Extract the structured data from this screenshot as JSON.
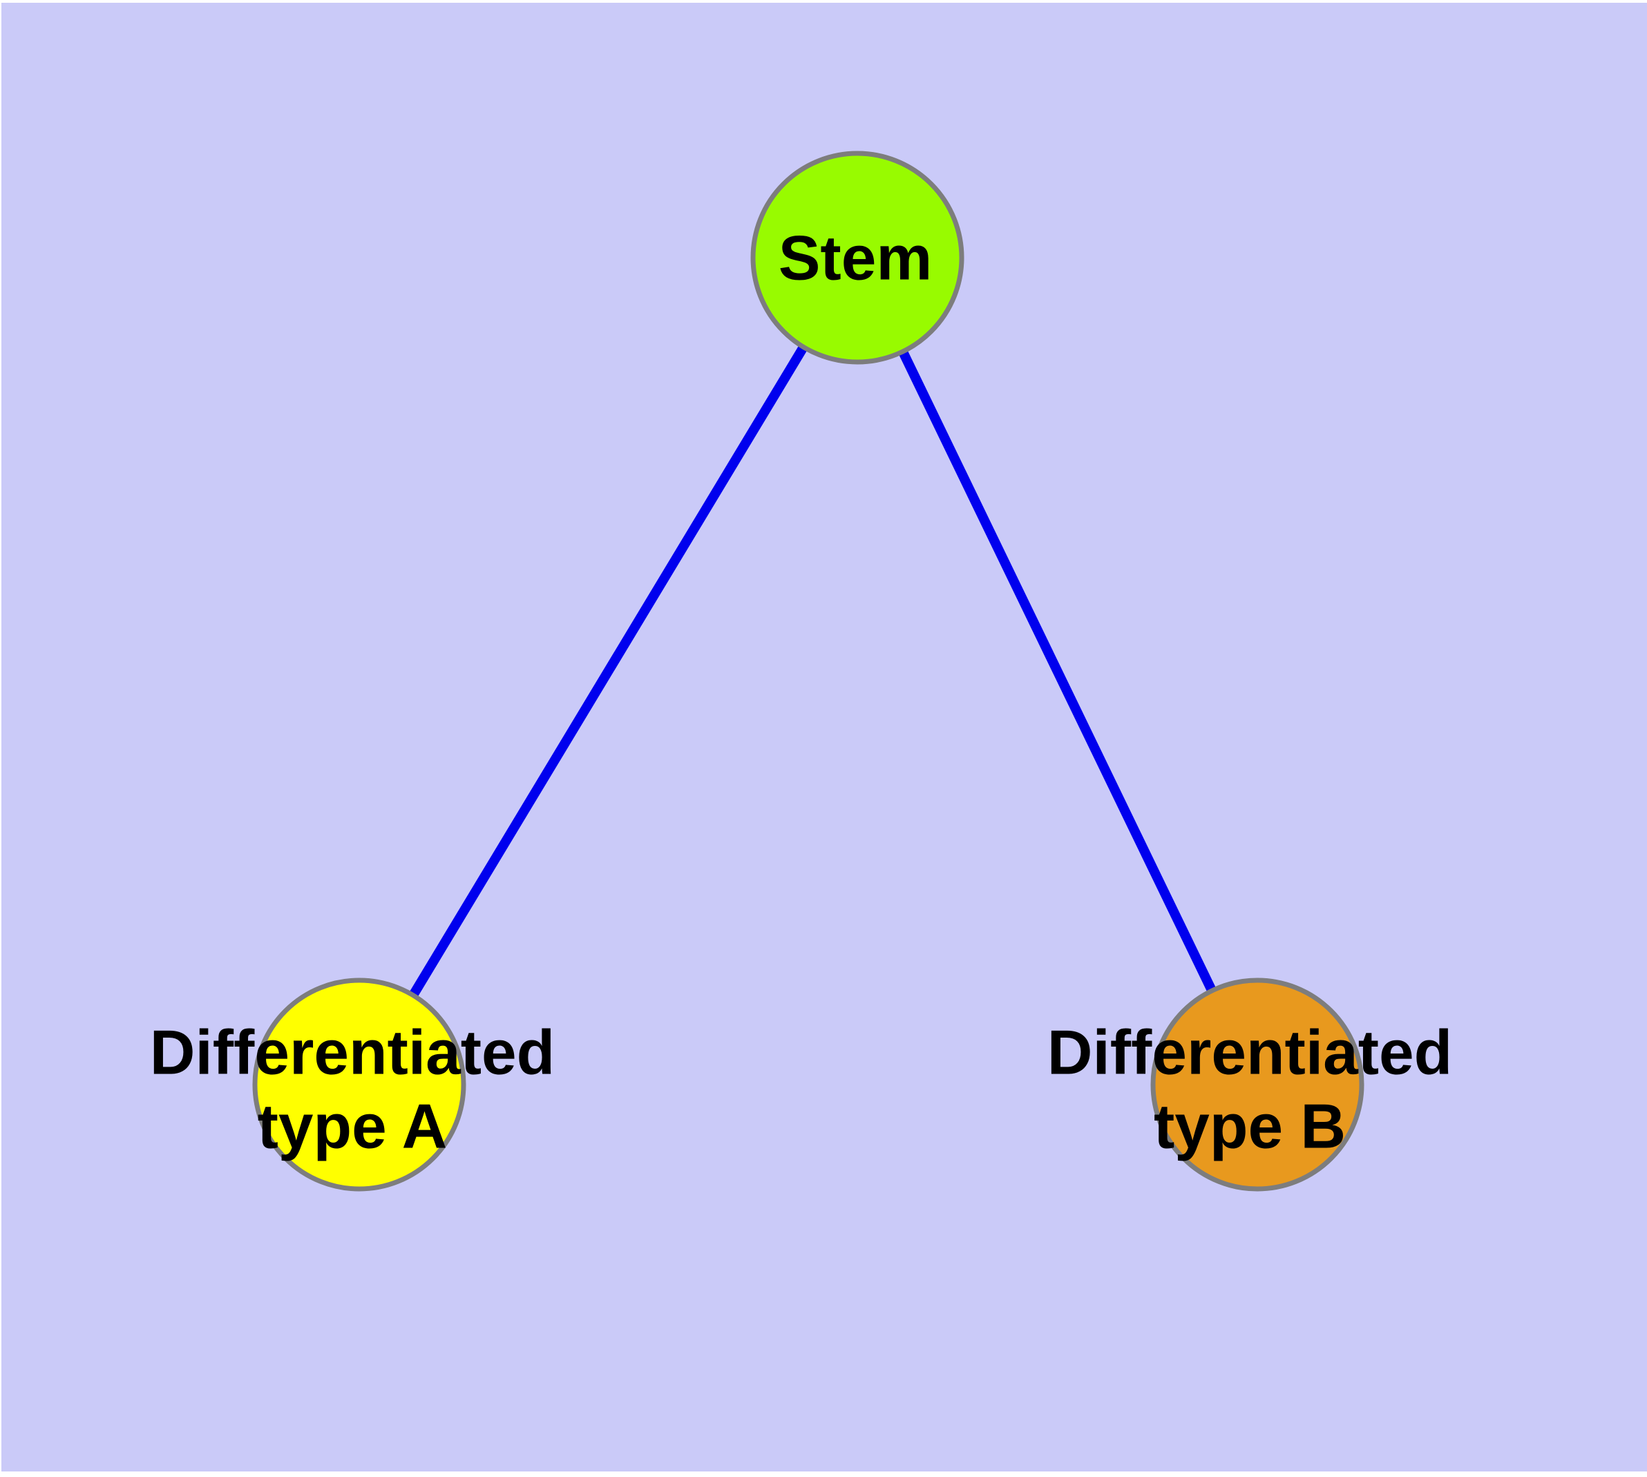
{
  "figure": {
    "type": "node-link-diagram",
    "background_color": "#cacaf8",
    "page_margin_color": "#ffffff"
  },
  "graph": {
    "edge_color": "#0000ee",
    "node_border_color": "#7d7d7d",
    "label_color": "#000000",
    "nodes": [
      {
        "id": "stem",
        "label": "Stem",
        "label_lines": [
          "Stem"
        ],
        "fill": "#98fb00"
      },
      {
        "id": "type-a",
        "label": "Differentiated type A",
        "label_lines": [
          "Differentiated",
          "type A"
        ],
        "fill": "#ffff00"
      },
      {
        "id": "type-b",
        "label": "Differentiated type B",
        "label_lines": [
          "Differentiated",
          "type B"
        ],
        "fill": "#e8991e"
      }
    ],
    "edges": [
      {
        "from": "stem",
        "to": "type-a"
      },
      {
        "from": "stem",
        "to": "type-b"
      }
    ]
  }
}
